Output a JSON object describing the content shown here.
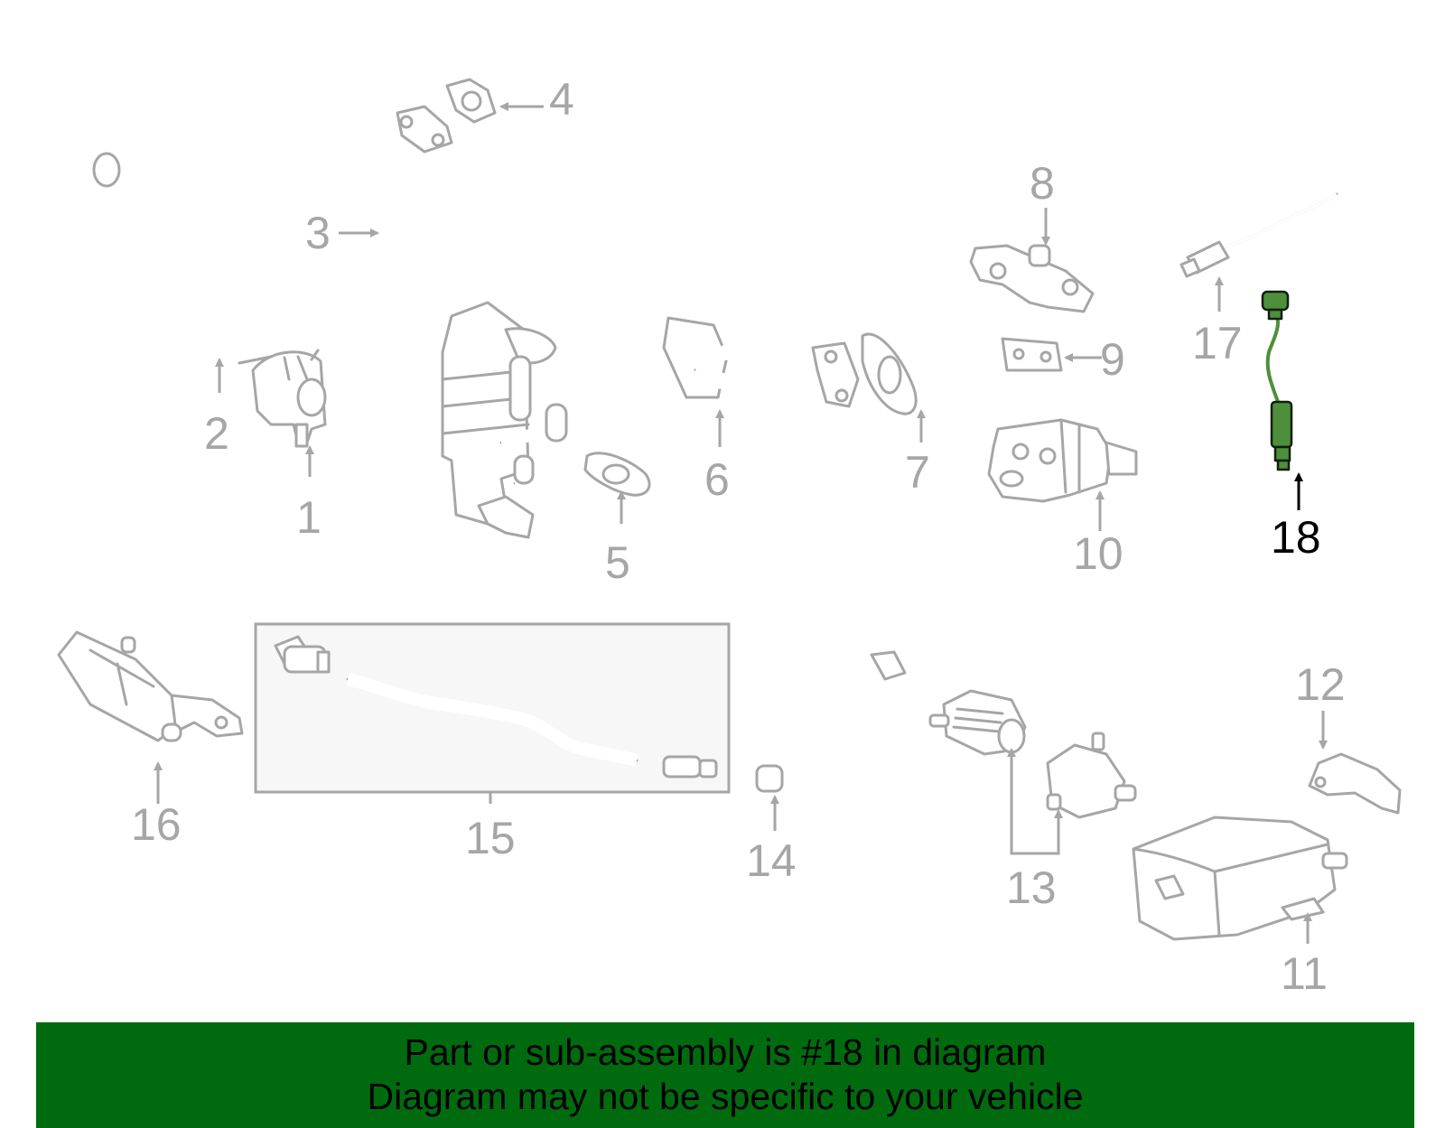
{
  "callouts": [
    "1",
    "2",
    "3",
    "4",
    "5",
    "6",
    "7",
    "8",
    "9",
    "10",
    "11",
    "12",
    "13",
    "14",
    "15",
    "16",
    "17",
    "18"
  ],
  "highlighted_callout": "18",
  "colors": {
    "highlight": "#4e8f3b",
    "banner": "#006b0e",
    "part_line": "#a6a6a6"
  },
  "banner": {
    "line1": "Part or sub-assembly is #18 in diagram",
    "line2": "Diagram may not be specific to your vehicle"
  }
}
